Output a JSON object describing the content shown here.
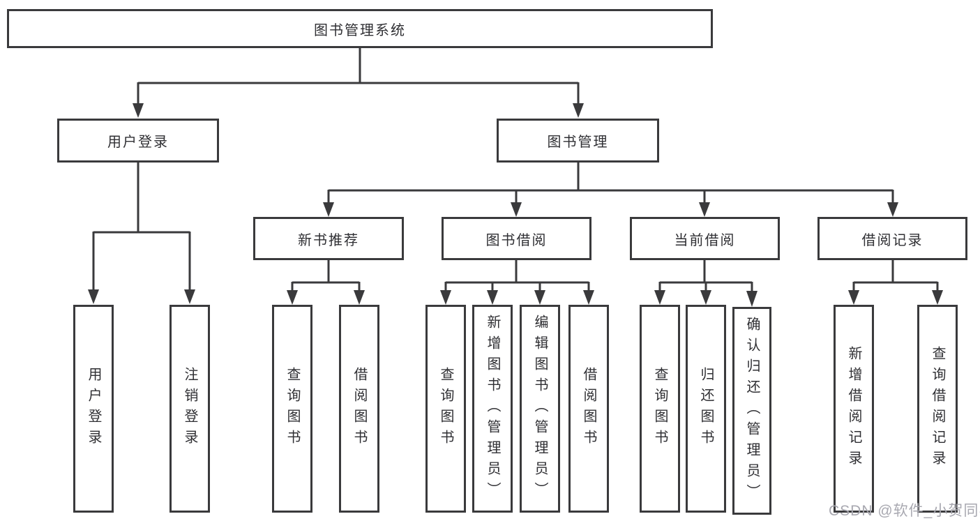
{
  "colors": {
    "line": "#3a3a3c",
    "text": "#2f2f33",
    "box_bg": "#ffffff",
    "page_bg": "#ffffff",
    "watermark": "#a8a8b0"
  },
  "watermark": {
    "text": "CSDN @软件_小贺同学"
  },
  "diagram": {
    "type": "tree",
    "root": {
      "label": "图书管理系统"
    },
    "branches": [
      {
        "label": "用户登录",
        "children": [
          {
            "label": "用户登录"
          },
          {
            "label": "注销登录"
          }
        ]
      },
      {
        "label": "图书管理",
        "children": [
          {
            "label": "新书推荐",
            "children": [
              {
                "label": "查询图书"
              },
              {
                "label": "借阅图书"
              }
            ]
          },
          {
            "label": "图书借阅",
            "children": [
              {
                "label": "查询图书"
              },
              {
                "label": "新增图书（管理员）"
              },
              {
                "label": "编辑图书（管理员）"
              },
              {
                "label": "借阅图书"
              }
            ]
          },
          {
            "label": "当前借阅",
            "children": [
              {
                "label": "查询图书"
              },
              {
                "label": "归还图书"
              },
              {
                "label": "确认归还（管理员）"
              }
            ]
          },
          {
            "label": "借阅记录",
            "children": [
              {
                "label": "新增借阅记录"
              },
              {
                "label": "查询借阅记录"
              }
            ]
          }
        ]
      }
    ]
  }
}
